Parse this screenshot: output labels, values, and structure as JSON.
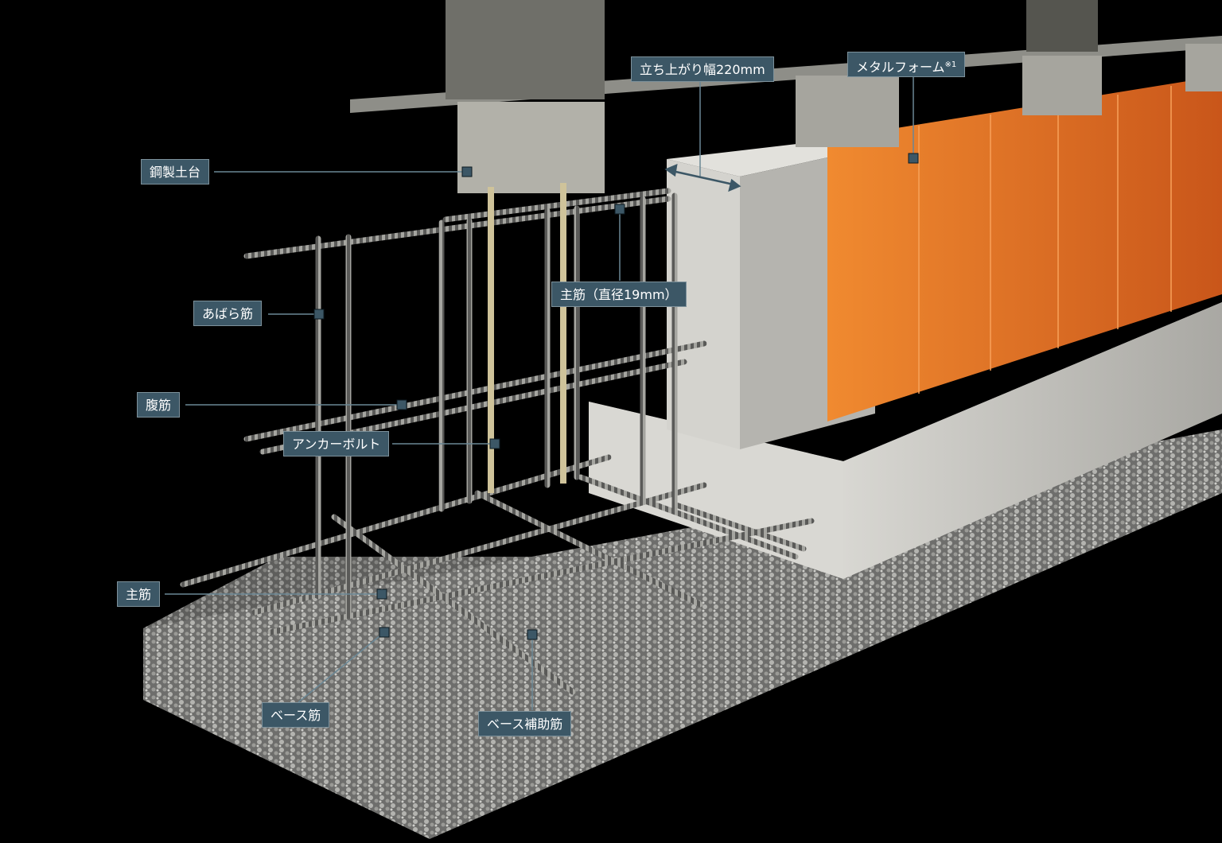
{
  "labels": {
    "steel_sill": "鋼製土台",
    "stirrup": "あばら筋",
    "web_rebar": "腹筋",
    "anchor_bolt": "アンカーボルト",
    "main_rebar": "主筋",
    "base_rebar": "ベース筋",
    "base_aux_rebar": "ベース補助筋",
    "main_rebar_dia": "主筋（直径19mm）",
    "rise_width": "立ち上がり幅220mm",
    "metal_form": "メタルフォーム",
    "metal_form_note": "※1"
  },
  "colors": {
    "background": "#000000",
    "label_bg": "#3c5766",
    "leader": "#5f7c8a",
    "form_orange": "#e3721f",
    "concrete": "#c9c8c3",
    "gravel": "#8a8a88"
  }
}
